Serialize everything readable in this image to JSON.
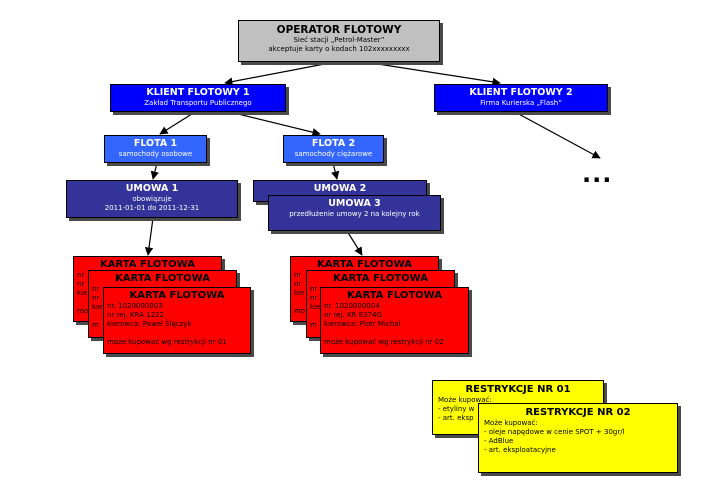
{
  "operator": {
    "title": "OPERATOR FLOTOWY",
    "line1": "Sieć stacji „Petrol-Master”",
    "line2": "akceptuje karty o kodach 102xxxxxxxxx"
  },
  "clients": [
    {
      "title": "KLIENT FLOTOWY 1",
      "subtitle": "Zakład Transportu Publicznego"
    },
    {
      "title": "KLIENT FLOTOWY 2",
      "subtitle": "Firma Kurierska „Flash”"
    }
  ],
  "fleets": [
    {
      "title": "FLOTA 1",
      "subtitle": "samochody osobowe"
    },
    {
      "title": "FLOTA 2",
      "subtitle": "samochody ciężarowe"
    }
  ],
  "contracts": [
    {
      "title": "UMOWA 1",
      "line1": "obowiązuje",
      "line2": "2011-01-01 do 2011-12-31"
    },
    {
      "title": "UMOWA 2"
    },
    {
      "title": "UMOWA 3",
      "line1": "przedłużenie umowy 2 na kolejny rok"
    }
  ],
  "card_title": "KARTA FLOTOWA",
  "cards": [
    {
      "number": "nr. 1020000003",
      "reg": "nr rej.  KRA 1222",
      "driver": "kierowca: Paweł Ślęczyk",
      "restriction": "może kupować wg restrykcji nr 01"
    },
    {
      "number": "nr. 1020000004",
      "reg": "nr rej.  KR 8374G",
      "driver": "kierowca: Piotr Michał",
      "restriction": "może kupować wg restrykcji nr 02"
    }
  ],
  "card_fragments": {
    "back": [
      "nr",
      "nr",
      "kie",
      "mo"
    ],
    "middle": [
      "nr",
      "nr",
      "kie",
      "m"
    ]
  },
  "ellipsis": "...",
  "restrictions": [
    {
      "title": "RESTRYKCJE NR 01",
      "lines": [
        "Może kupować:",
        "- etyliny w",
        "- art. eksp"
      ]
    },
    {
      "title": "RESTRYKCJE NR 02",
      "lines": [
        "Może kupować:",
        "- oleje napędowe w cenie SPOT + 30gr/l",
        "- AdBlue",
        "- art. eksploatacyjne"
      ]
    }
  ],
  "colors": {
    "operator": "#c0c0c0",
    "client": "#0000ff",
    "fleet": "#3366ff",
    "contract": "#333399",
    "card": "#ff0000",
    "restriction": "#ffff00"
  }
}
